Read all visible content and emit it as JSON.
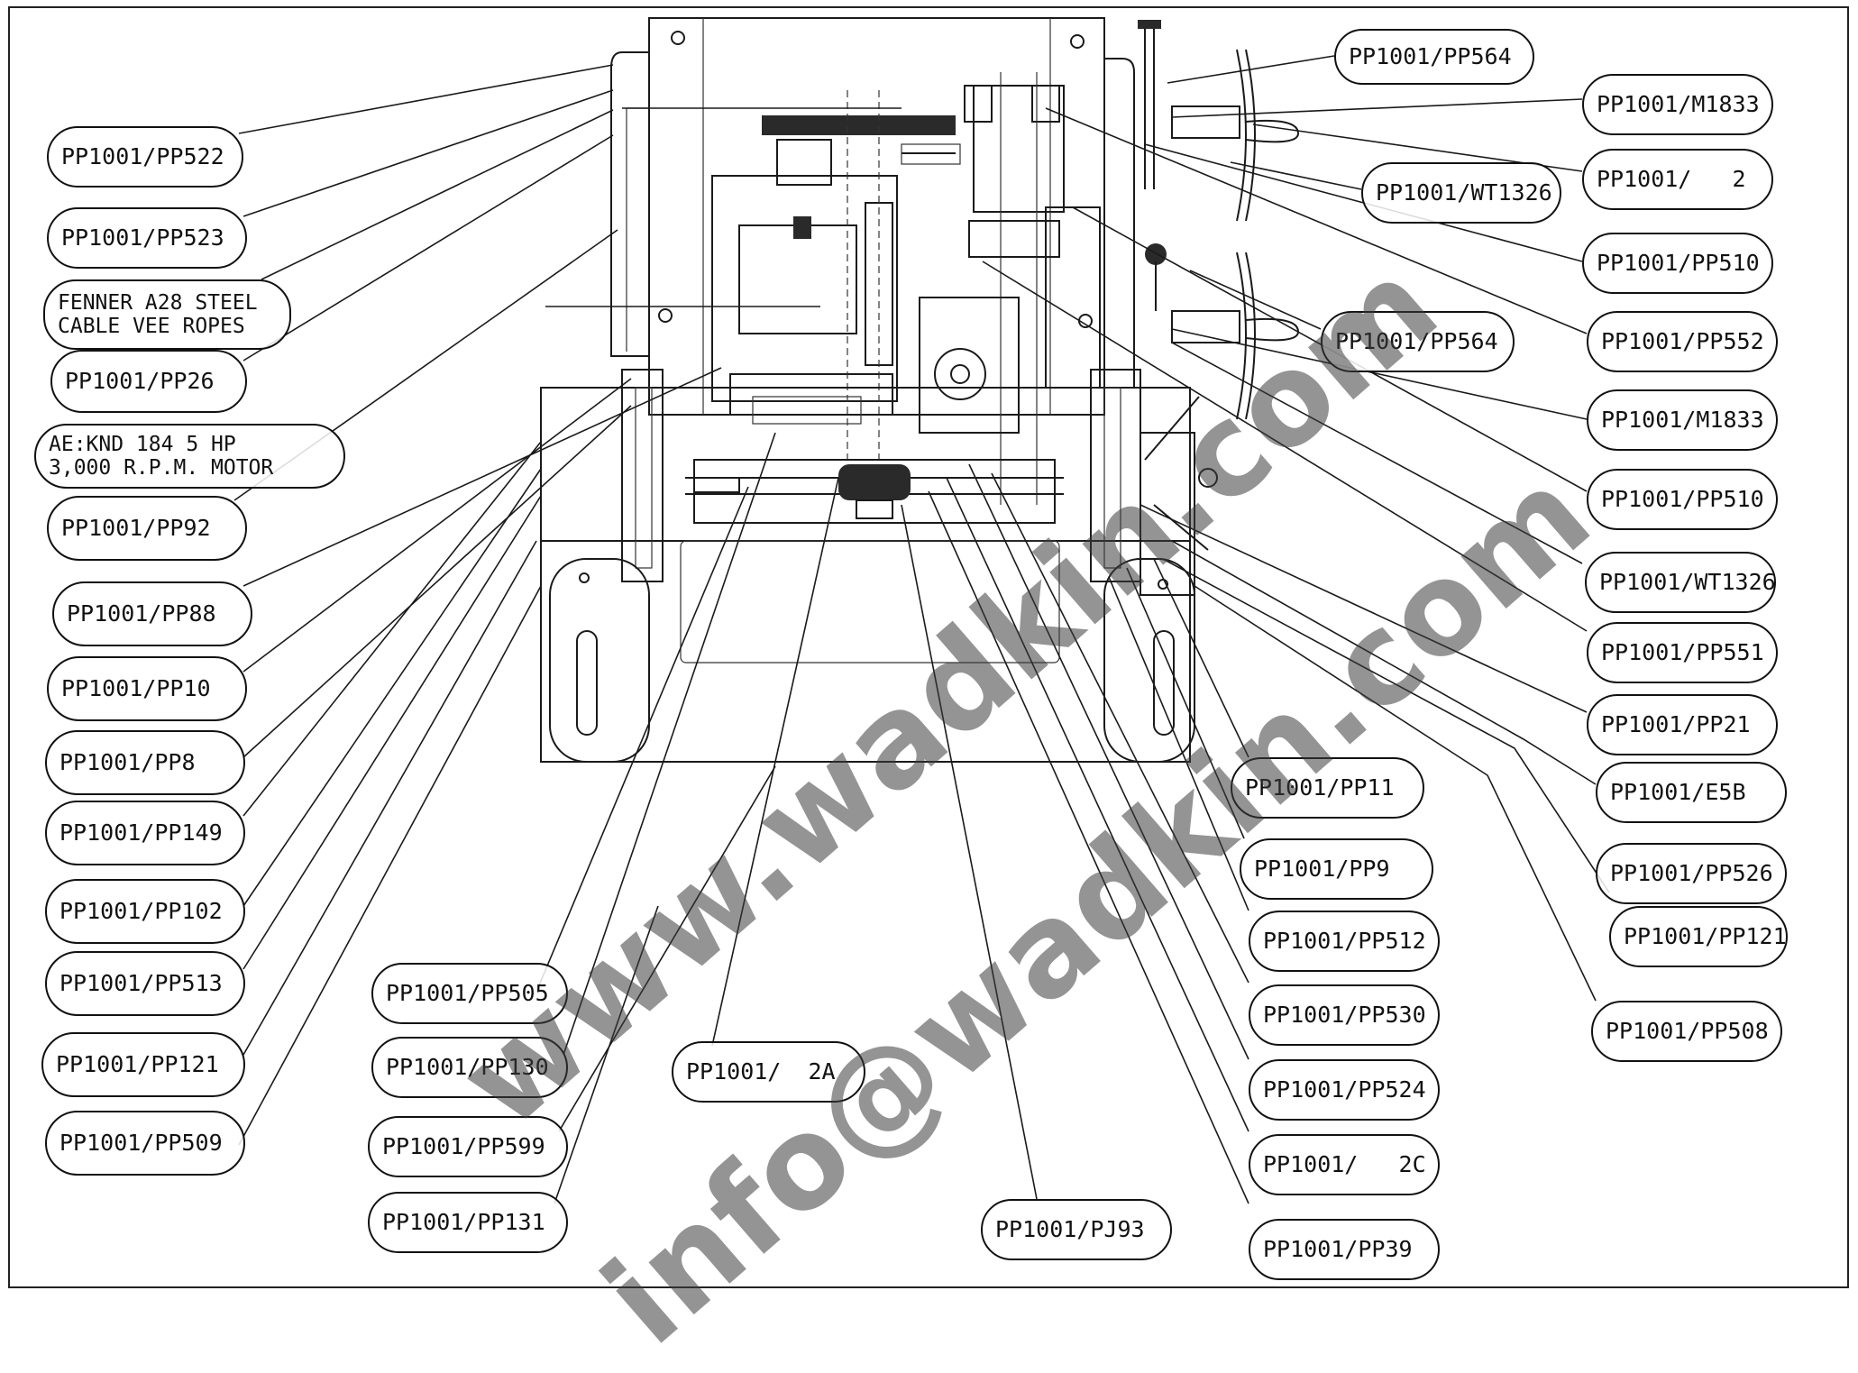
{
  "labels": [
    {
      "id": "l1",
      "text": "PP1001/PP564"
    },
    {
      "id": "l2",
      "text": "PP1001/M1833"
    },
    {
      "id": "l3",
      "text": "PP1001/   2"
    },
    {
      "id": "l4",
      "text": "PP1001/WT1326"
    },
    {
      "id": "l5",
      "text": "PP1001/PP510"
    },
    {
      "id": "l6",
      "text": "PP1001/PP552"
    },
    {
      "id": "l7",
      "text": "PP1001/PP564"
    },
    {
      "id": "l8",
      "text": "PP1001/M1833"
    },
    {
      "id": "l9",
      "text": "PP1001/PP510"
    },
    {
      "id": "l10",
      "text": "PP1001/WT1326"
    },
    {
      "id": "l11",
      "text": "PP1001/PP551"
    },
    {
      "id": "l12",
      "text": "PP1001/PP21"
    },
    {
      "id": "l13",
      "text": "PP1001/E5B"
    },
    {
      "id": "l14",
      "text": "PP1001/PP526"
    },
    {
      "id": "l15",
      "text": "PP1001/PP121"
    },
    {
      "id": "l16",
      "text": "PP1001/PP508"
    },
    {
      "id": "l17",
      "text": "PP1001/PP11"
    },
    {
      "id": "l18",
      "text": "PP1001/PP9"
    },
    {
      "id": "l19",
      "text": "PP1001/PP512"
    },
    {
      "id": "l20",
      "text": "PP1001/PP530"
    },
    {
      "id": "l21",
      "text": "PP1001/PP524"
    },
    {
      "id": "l22",
      "text": "PP1001/   2C"
    },
    {
      "id": "l23",
      "text": "PP1001/PP39"
    },
    {
      "id": "l24",
      "text": "PP1001/PJ93"
    },
    {
      "id": "l25",
      "text": "PP1001/  2A"
    },
    {
      "id": "l26",
      "text": "PP1001/PP505"
    },
    {
      "id": "l27",
      "text": "PP1001/PP130"
    },
    {
      "id": "l28",
      "text": "PP1001/PP599"
    },
    {
      "id": "l29",
      "text": "PP1001/PP131"
    },
    {
      "id": "l30",
      "text": "PP1001/PP522"
    },
    {
      "id": "l31",
      "text": "PP1001/PP523"
    },
    {
      "id": "l32",
      "text": "FENNER A28 STEEL\nCABLE VEE ROPES"
    },
    {
      "id": "l33",
      "text": "PP1001/PP26"
    },
    {
      "id": "l34",
      "text": "AE:KND 184 5 HP\n3,000 R.P.M. MOTOR"
    },
    {
      "id": "l35",
      "text": "PP1001/PP92"
    },
    {
      "id": "l36",
      "text": "PP1001/PP88"
    },
    {
      "id": "l37",
      "text": "PP1001/PP10"
    },
    {
      "id": "l38",
      "text": "PP1001/PP8"
    },
    {
      "id": "l39",
      "text": "PP1001/PP149"
    },
    {
      "id": "l40",
      "text": "PP1001/PP102"
    },
    {
      "id": "l41",
      "text": "PP1001/PP513"
    },
    {
      "id": "l42",
      "text": "PP1001/PP121"
    },
    {
      "id": "l43",
      "text": "PP1001/PP509"
    }
  ],
  "watermarks": [
    "www.wadkin.com",
    "info@wadkin.com"
  ],
  "colors": {
    "ink": "#111111",
    "watermark": "#3c3c3c",
    "paper": "#ffffff"
  }
}
